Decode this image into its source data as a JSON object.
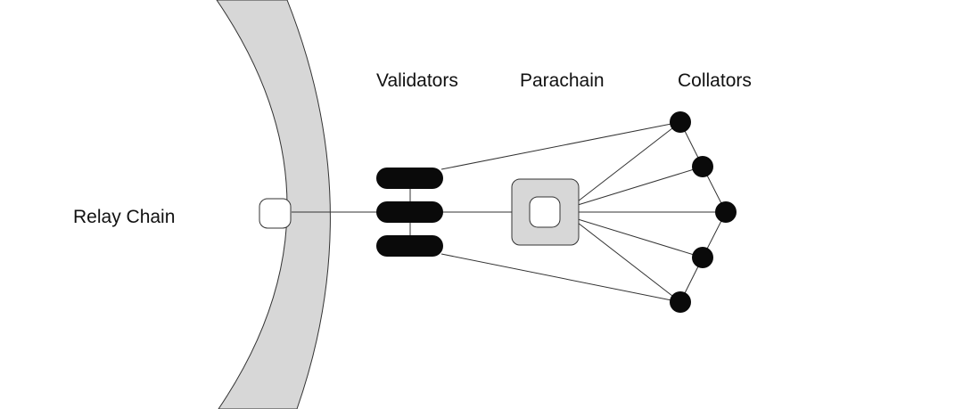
{
  "labels": {
    "relay_chain": "Relay Chain",
    "validators": "Validators",
    "parachain": "Parachain",
    "collators": "Collators"
  },
  "colors": {
    "relay_band": "#d7d7d7",
    "parachain_box": "#d7d7d7",
    "stroke": "#333333",
    "nodes": "#0a0a0a",
    "background": "#ffffff"
  },
  "validator_count": 3,
  "collator_count": 5
}
